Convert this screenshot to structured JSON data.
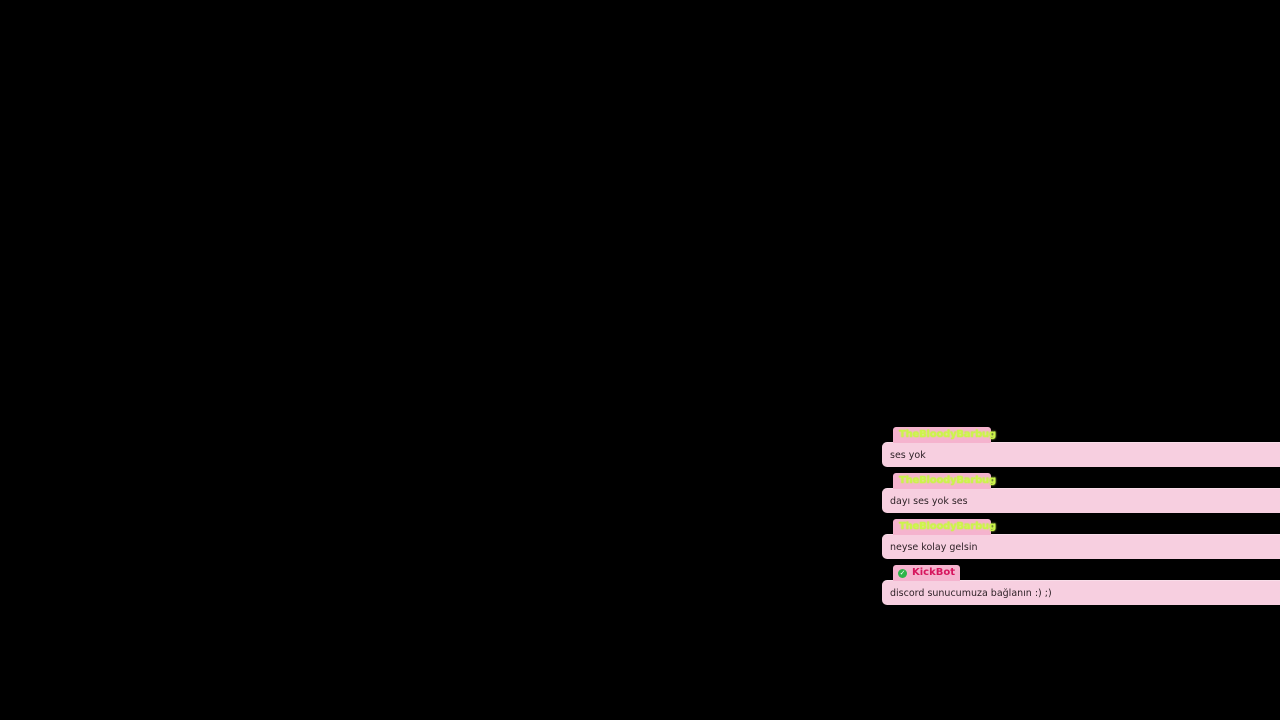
{
  "chat": {
    "messages": [
      {
        "username": "TheBloodyBarbug",
        "text": "ses yok",
        "type": "user"
      },
      {
        "username": "TheBloodyBarbug",
        "text": "dayı ses yok ses",
        "type": "user"
      },
      {
        "username": "TheBloodyBarbug",
        "text": "neyse kolay gelsin",
        "type": "user"
      },
      {
        "username": "KickBot",
        "text": "discord sunucumuza bağlanın :) ;)",
        "type": "bot",
        "badge_icon": "verified-check-icon"
      }
    ]
  },
  "colors": {
    "background": "#000000",
    "bubble": "#f7cfe0",
    "name_tag": "#f5b3ce",
    "user_name": "#ccf54a",
    "bot_name": "#d6155d",
    "verified_badge": "#2fb54a"
  }
}
